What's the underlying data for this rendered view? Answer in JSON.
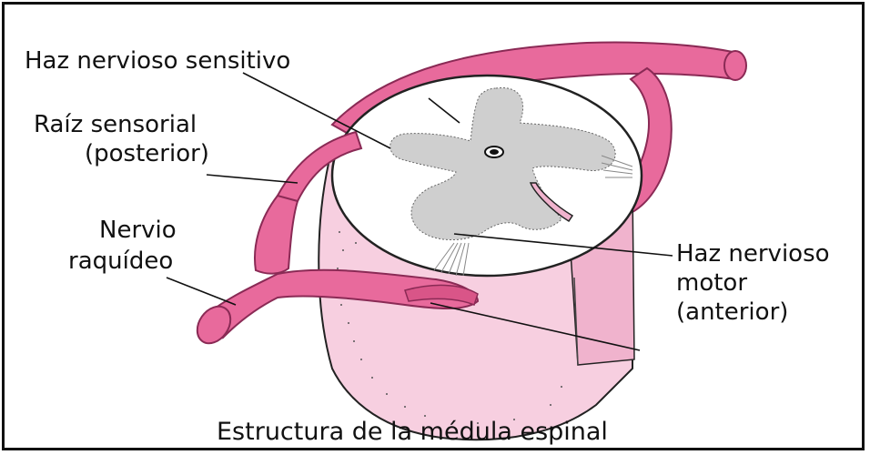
{
  "labels": {
    "sensory_tract": "Haz nervioso sensitivo",
    "sensory_root_l1": "Raíz sensorial",
    "sensory_root_l2": "(posterior)",
    "spinal_nerve_l1": "Nervio",
    "spinal_nerve_l2": "raquídeo",
    "motor_tract_l1": "Haz nervioso",
    "motor_tract_l2": "motor",
    "motor_tract_l3": "(anterior)"
  },
  "caption": "Estructura de la médula espinal",
  "colors": {
    "nerve": "#e86a9c",
    "nerve_outline": "#8a2a55",
    "cord_pink": "#f7cfe0",
    "cord_side": "#f0b3cd",
    "gray_matter": "#cfcfcf",
    "line": "#111111",
    "background": "#ffffff"
  }
}
